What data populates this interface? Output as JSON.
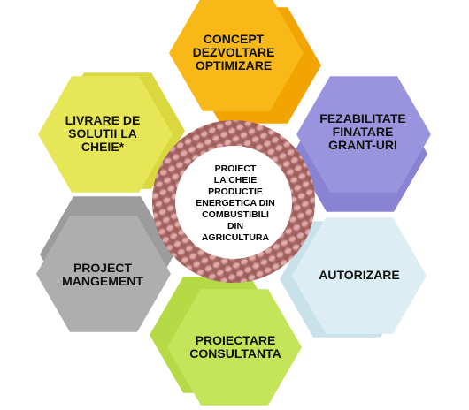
{
  "center": {
    "lines": [
      "PROIECT",
      "LA CHEIE",
      "PRODUCTIE",
      "ENERGETICA DIN",
      "COMBUSTIBILI",
      "DIN",
      "AGRICULTURA"
    ]
  },
  "hexagons": [
    {
      "id": "concept",
      "lines": [
        "CONCEPT",
        "DEZVOLTARE",
        "OPTIMIZARE"
      ],
      "fill": "#F7B818",
      "shadow": "#F2A400"
    },
    {
      "id": "fezabilitate",
      "lines": [
        "FEZABILITATE",
        "FINATARE",
        "GRANT-URI"
      ],
      "fill": "#9A93DD",
      "shadow": "#8A82D2"
    },
    {
      "id": "autorizare",
      "lines": [
        "AUTORIZARE"
      ],
      "fill": "#DCEEF3",
      "shadow": "#C9E2EA"
    },
    {
      "id": "proiectare",
      "lines": [
        "PROIECTARE",
        "CONSULTANTA"
      ],
      "fill": "#C4E45A",
      "shadow": "#B6DA45"
    },
    {
      "id": "project-management",
      "lines": [
        "PROJECT",
        "MANGEMENT"
      ],
      "fill": "#AEAEAE",
      "shadow": "#9C9C9C"
    },
    {
      "id": "livrare",
      "lines": [
        "LIVRARE DE",
        "SOLUTII LA",
        "CHEIE*"
      ],
      "fill": "#E7E656",
      "shadow": "#D9D83E"
    }
  ],
  "colors": {
    "center_fill": "#ffffff",
    "center_photo": "#C98C8A"
  }
}
